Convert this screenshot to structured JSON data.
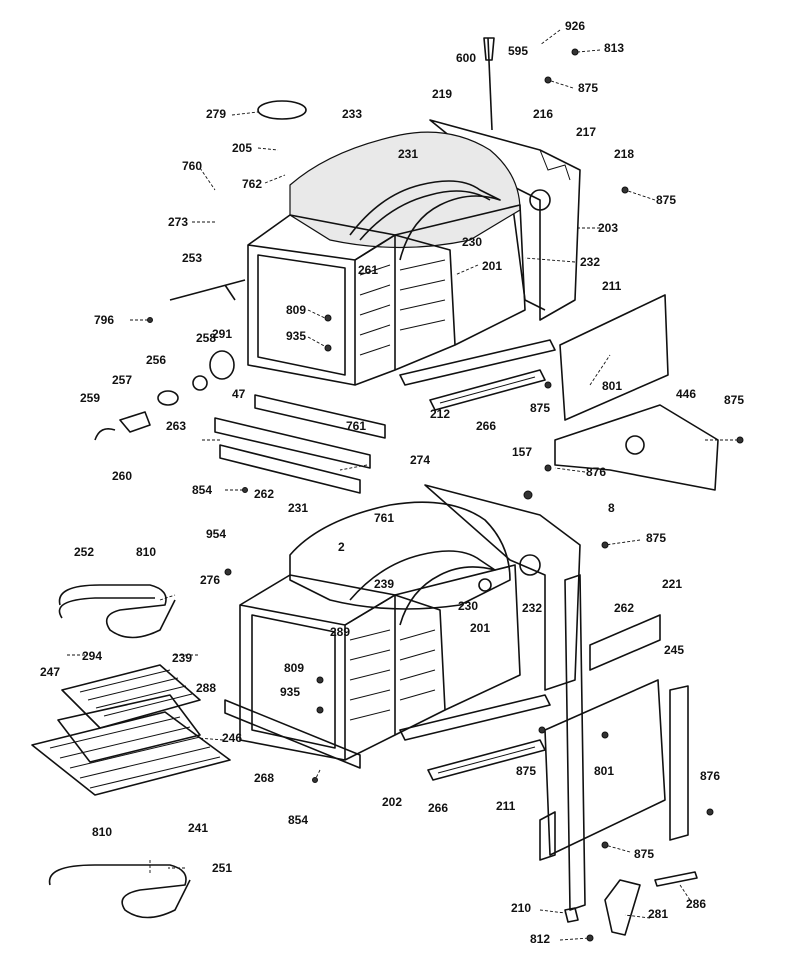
{
  "diagram": {
    "labels": [
      "926",
      "813",
      "600",
      "595",
      "875",
      "219",
      "216",
      "279",
      "233",
      "217",
      "218",
      "205",
      "231",
      "762",
      "760",
      "875",
      "273",
      "203",
      "230",
      "232",
      "253",
      "201",
      "261",
      "211",
      "291",
      "796",
      "809",
      "935",
      "258",
      "801",
      "446",
      "875",
      "256",
      "257",
      "212",
      "266",
      "875",
      "47",
      "259",
      "761",
      "157",
      "263",
      "274",
      "876",
      "260",
      "854",
      "262",
      "761",
      "8",
      "954",
      "231",
      "875",
      "2",
      "252",
      "810",
      "276",
      "239",
      "221",
      "262",
      "239",
      "294",
      "289",
      "230",
      "201",
      "232",
      "245",
      "288",
      "809",
      "247",
      "935",
      "246",
      "268",
      "875",
      "801",
      "876",
      "854",
      "202",
      "266",
      "211",
      "241",
      "810",
      "251",
      "875",
      "286",
      "210",
      "281",
      "812"
    ]
  }
}
